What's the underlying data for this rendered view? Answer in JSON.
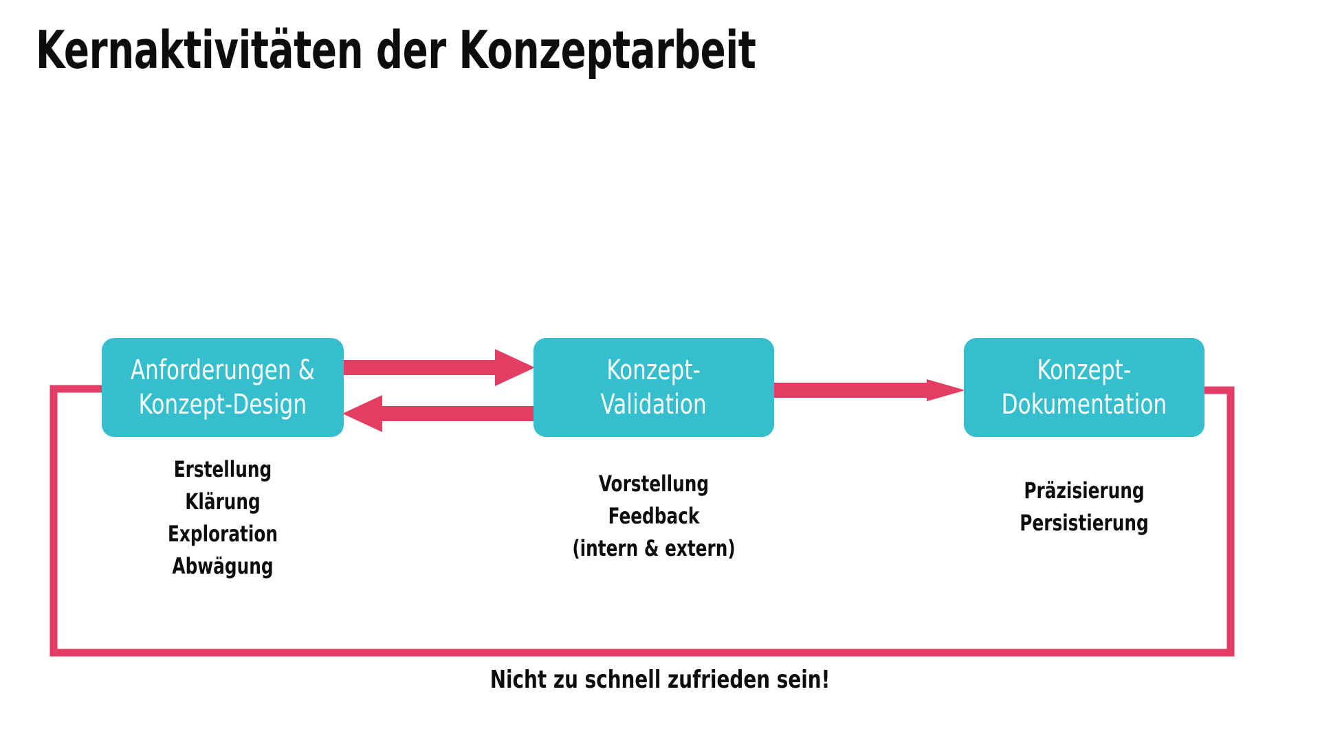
{
  "slide": {
    "title": "Kernaktivitäten der Konzeptarbeit",
    "background_color": "#ffffff"
  },
  "theme": {
    "node_fill": "#35becd",
    "node_text": "#ffffff",
    "arrow_color": "#e23e63",
    "body_text": "#0d0d0d"
  },
  "nodes": [
    {
      "id": "anforderungen-konzept-design",
      "label": "Anforderungen &\nKonzept-Design",
      "details": "Erstellung\nKlärung\nExploration\nAbwägung"
    },
    {
      "id": "konzept-validation",
      "label": "Konzept-\nValidation",
      "details": "Vorstellung\nFeedback\n(intern & extern)"
    },
    {
      "id": "konzept-dokumentation",
      "label": "Konzept-\nDokumentation",
      "details": "Präzisierung\nPersistierung"
    }
  ],
  "connectors": [
    {
      "id": "design-to-validation",
      "from": "anforderungen-konzept-design",
      "to": "konzept-validation",
      "direction": "right",
      "style": "thick-arrow"
    },
    {
      "id": "validation-to-design",
      "from": "konzept-validation",
      "to": "anforderungen-konzept-design",
      "direction": "left",
      "style": "thick-arrow"
    },
    {
      "id": "validation-to-dokumentation",
      "from": "konzept-validation",
      "to": "konzept-dokumentation",
      "direction": "right",
      "style": "thick-arrow"
    },
    {
      "id": "dokumentation-to-design-loop",
      "from": "konzept-dokumentation",
      "to": "anforderungen-konzept-design",
      "direction": "right-down-left-up-right",
      "style": "thin-loop"
    }
  ],
  "loop_caption": "Nicht zu schnell zufrieden sein!"
}
